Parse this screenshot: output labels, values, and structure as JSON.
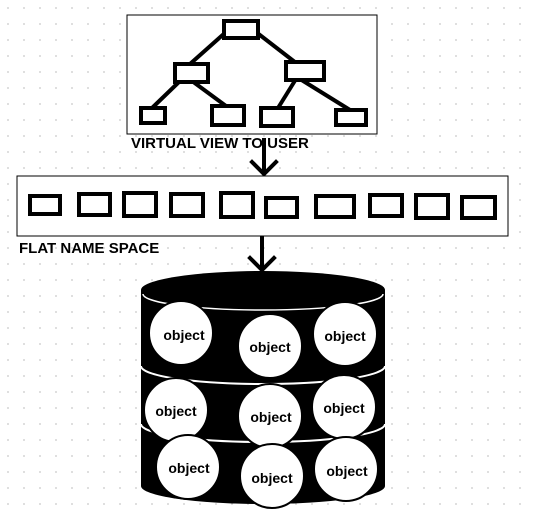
{
  "virtual_view_label": "VIRTUAL VIEW TO USER",
  "flat_namespace_label": "FLAT NAME SPACE",
  "object_label": "object",
  "colors": {
    "background": "#ffffff",
    "ink": "#000000",
    "grid_dot": "#c8c8c8"
  }
}
